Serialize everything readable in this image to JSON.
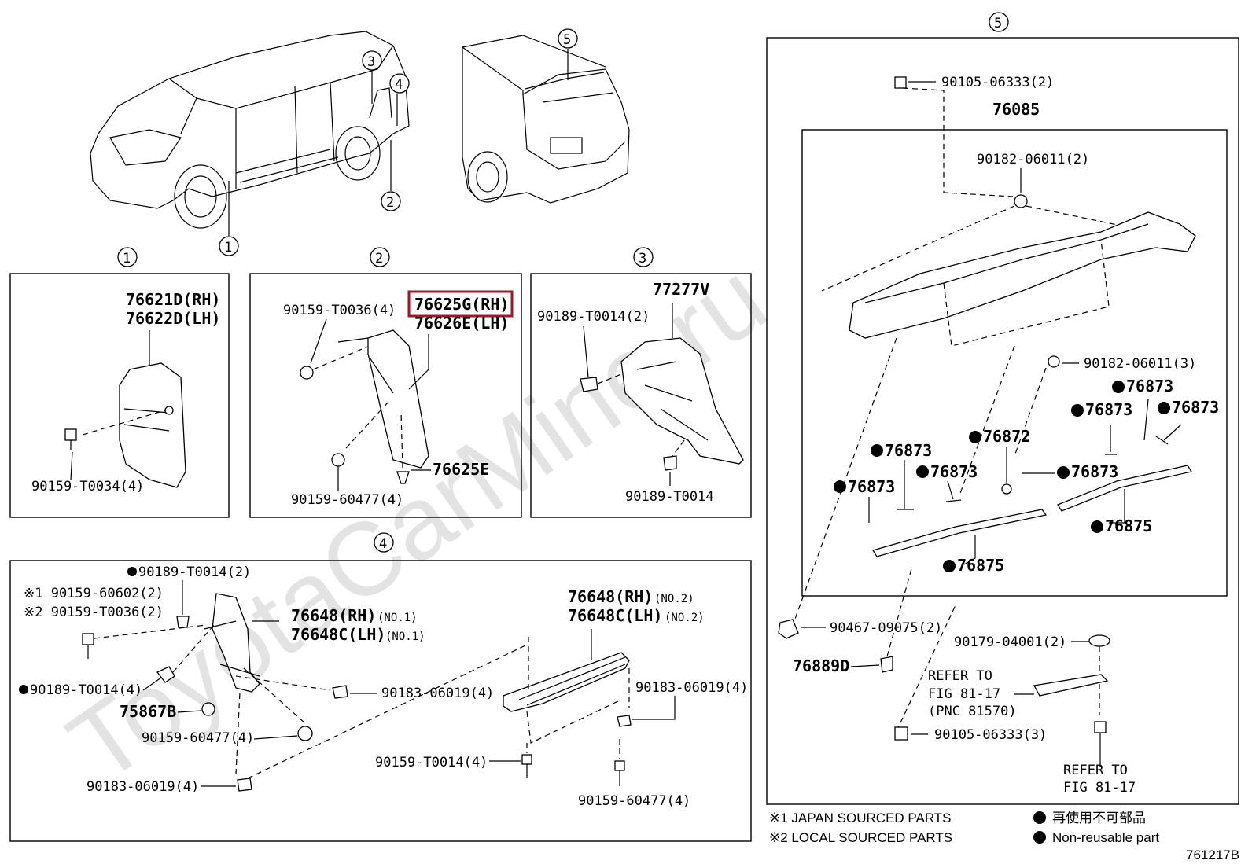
{
  "watermark": "ToyotaCarMine.ru",
  "diagram_number": "761217B",
  "highlight_color": "#a0152a",
  "callouts": {
    "c1": "1",
    "c2": "2",
    "c3": "3",
    "c4": "4",
    "c5": "5"
  },
  "panel1": {
    "rh": "76621D(RH)",
    "lh": "76622D(LH)",
    "screw": "90159-T0034(4)"
  },
  "panel2": {
    "screw_a": "90159-T0036(4)",
    "rh": "76625G(RH)",
    "lh": "76626E(LH)",
    "screw_b": "90159-60477(4)",
    "clip": "76625E"
  },
  "panel3": {
    "part": "77277V",
    "clip_a": "90189-T0014(2)",
    "clip_b": "90189-T0014"
  },
  "panel4": {
    "clip_top": "90189-T0014(2)",
    "note1": "※1 90159-60602(2)",
    "note2": "※2 90159-T0036(2)",
    "clip_mid": "90189-T0014(4)",
    "part_no1_rh": "76648(RH)",
    "part_no1_lh": "76648C(LH)",
    "no1": "(NO.1)",
    "part_no2_rh": "76648(RH)",
    "part_no2_lh": "76648C(LH)",
    "no2": "(NO.2)",
    "nut_a": "90183-06019(4)",
    "nut_b": "90183-06019(4)",
    "nut_c": "90183-06019(4)",
    "bolt_a": "75867B",
    "screw_a": "90159-60477(4)",
    "screw_b": "90159-T0014(4)",
    "screw_c": "90159-60477(4)"
  },
  "panel5": {
    "bolt_top": "90105-06333(2)",
    "spoiler": "76085",
    "nut_top": "90182-06011(2)",
    "nut_side": "90182-06011(3)",
    "t1": "76873",
    "t2": "76873",
    "t3": "76873",
    "t4": "76873",
    "t5": "76873",
    "t6": "76873",
    "t7": "76873",
    "grommet": "76872",
    "strip1": "76875",
    "strip2": "76875",
    "clip_a": "90467-09075(2)",
    "clip_b": "76889D",
    "cap": "90179-04001(2)",
    "refer1_a": "REFER TO",
    "refer1_b": "FIG 81-17",
    "refer1_c": "(PNC 81570)",
    "bolt_bottom": "90105-06333(3)",
    "refer2_a": "REFER TO",
    "refer2_b": "FIG 81-17"
  },
  "legend": {
    "n1": "※1  JAPAN SOURCED PARTS",
    "n2": "※2  LOCAL SOURCED PARTS",
    "jp": "再使用不可部品",
    "en": "Non-reusable part"
  }
}
